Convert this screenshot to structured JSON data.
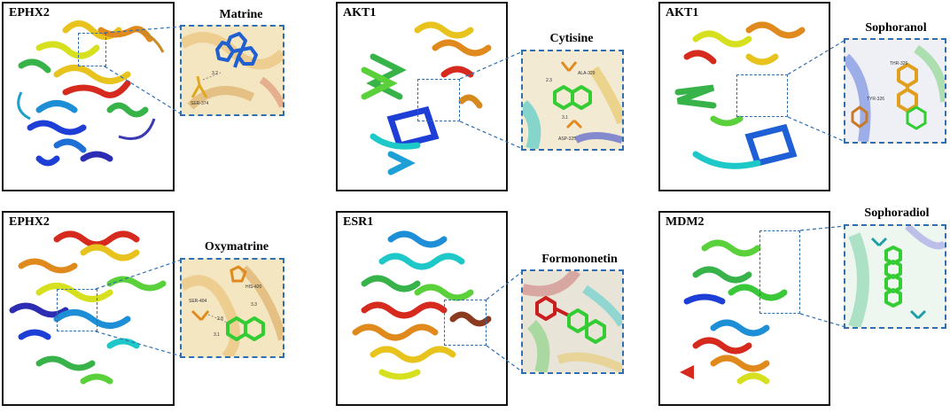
{
  "panels": [
    {
      "protein": "EPHX2",
      "ligand": "Matrine",
      "residues": [
        "SER-374",
        "3.2"
      ]
    },
    {
      "protein": "AKT1",
      "ligand": "Cytisine",
      "residues": [
        "ALA-329",
        "3.1",
        "ASP-325",
        "2.3"
      ]
    },
    {
      "protein": "AKT1",
      "ligand": "Sophoranol",
      "residues": [
        "TYR-326",
        "THR-326"
      ]
    },
    {
      "protein": "EPHX2",
      "ligand": "Oxymatrine",
      "residues": [
        "HIS-420",
        "SER-404",
        "3.3",
        "2.8",
        "3.1"
      ]
    },
    {
      "protein": "ESR1",
      "ligand": "Formononetin",
      "residues": []
    },
    {
      "protein": "MDM2",
      "ligand": "Sophoradiol",
      "residues": []
    }
  ],
  "colors": {
    "border": "#111111",
    "dashed": "#2f6fb0",
    "ligand_blue": "#1f5fd0",
    "ligand_green": "#33cc33",
    "ligand_orange": "#e08a1e",
    "ligand_red": "#c81e1e"
  }
}
